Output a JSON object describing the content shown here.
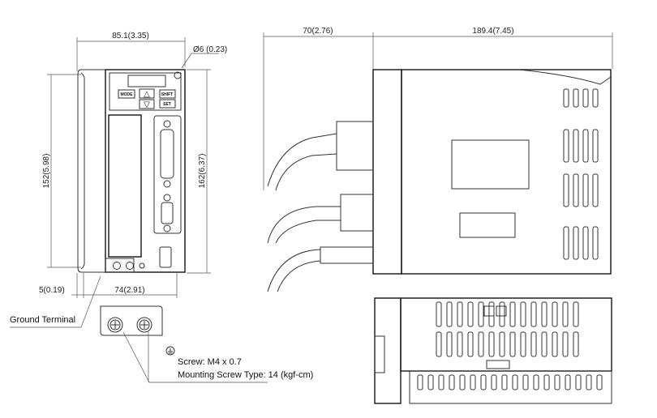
{
  "dimensions": {
    "width_front": "85.1(3.35)",
    "hole_dia": "Ø6 (0.23)",
    "height_mount": "152(5.98)",
    "height_total": "162(6.37)",
    "offset": "5(0.19)",
    "width_base": "74(2.91)",
    "cable_clearance": "70(2.76)",
    "depth": "189.4(7.45)"
  },
  "panel": {
    "mode": "MODE",
    "shift": "SHIFT",
    "set": "SET",
    "up": "△",
    "down": "▽"
  },
  "callouts": {
    "ground_terminal": "Ground Terminal",
    "screw": "Screw: M4 x 0.7",
    "mounting_screw": "Mounting Screw Type: 14 (kgf-cm)"
  }
}
